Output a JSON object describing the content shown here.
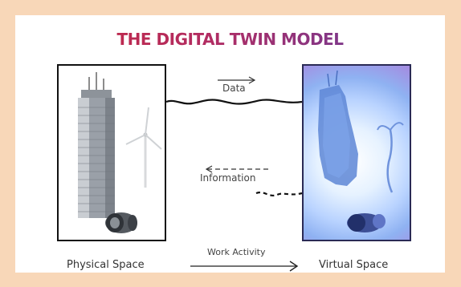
{
  "title": "THE DIGITAL TWIN MODEL",
  "arrows": {
    "data": "Data",
    "information": "Information",
    "work_activity": "Work Activity"
  },
  "spaces": {
    "physical": "Physical Space",
    "virtual": "Virtual Space"
  },
  "colors": {
    "background": "#f8d7b8",
    "title_start": "#c8283c",
    "title_end": "#5a3fa6"
  },
  "icons": [
    "skyscraper-icon",
    "wind-turbine-icon",
    "jet-engine-icon"
  ]
}
